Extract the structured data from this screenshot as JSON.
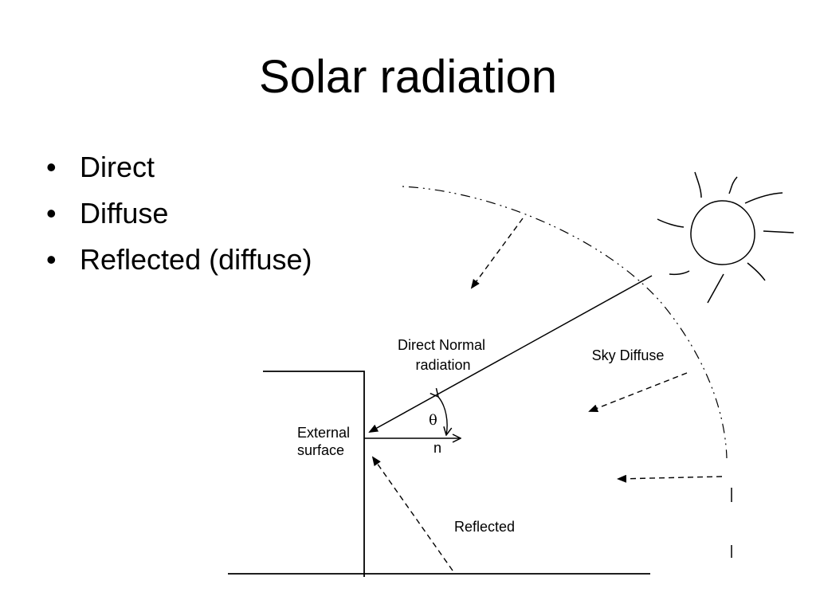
{
  "slide": {
    "title": "Solar radiation",
    "bullets": [
      "Direct",
      "Diffuse",
      "Reflected (diffuse)"
    ],
    "bullet_symbol": "•"
  },
  "diagram": {
    "labels": {
      "direct_normal_line1": "Direct Normal",
      "direct_normal_line2": "radiation",
      "sky_diffuse": "Sky Diffuse",
      "external_line1": "External",
      "external_line2": "surface",
      "theta": "θ",
      "normal": "n",
      "reflected": "Reflected"
    },
    "icons": [
      "sun-icon"
    ],
    "stroke_color": "#000000"
  }
}
